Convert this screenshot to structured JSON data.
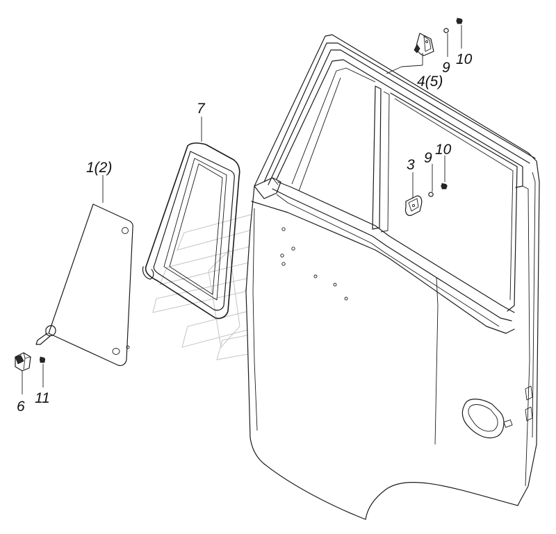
{
  "diagram": {
    "callouts": [
      {
        "id": "c-1-2",
        "label": "1(2)"
      },
      {
        "id": "c-7",
        "label": "7"
      },
      {
        "id": "c-3",
        "label": "3"
      },
      {
        "id": "c-9a",
        "label": "9"
      },
      {
        "id": "c-10a",
        "label": "10"
      },
      {
        "id": "c-4-5",
        "label": "4(5)"
      },
      {
        "id": "c-9b",
        "label": "9"
      },
      {
        "id": "c-10b",
        "label": "10"
      },
      {
        "id": "c-6",
        "label": "6"
      },
      {
        "id": "c-11",
        "label": "11"
      }
    ],
    "line_color": "#1a1a1a",
    "watermark_color": "#c8c8c8",
    "background": "#ffffff"
  }
}
